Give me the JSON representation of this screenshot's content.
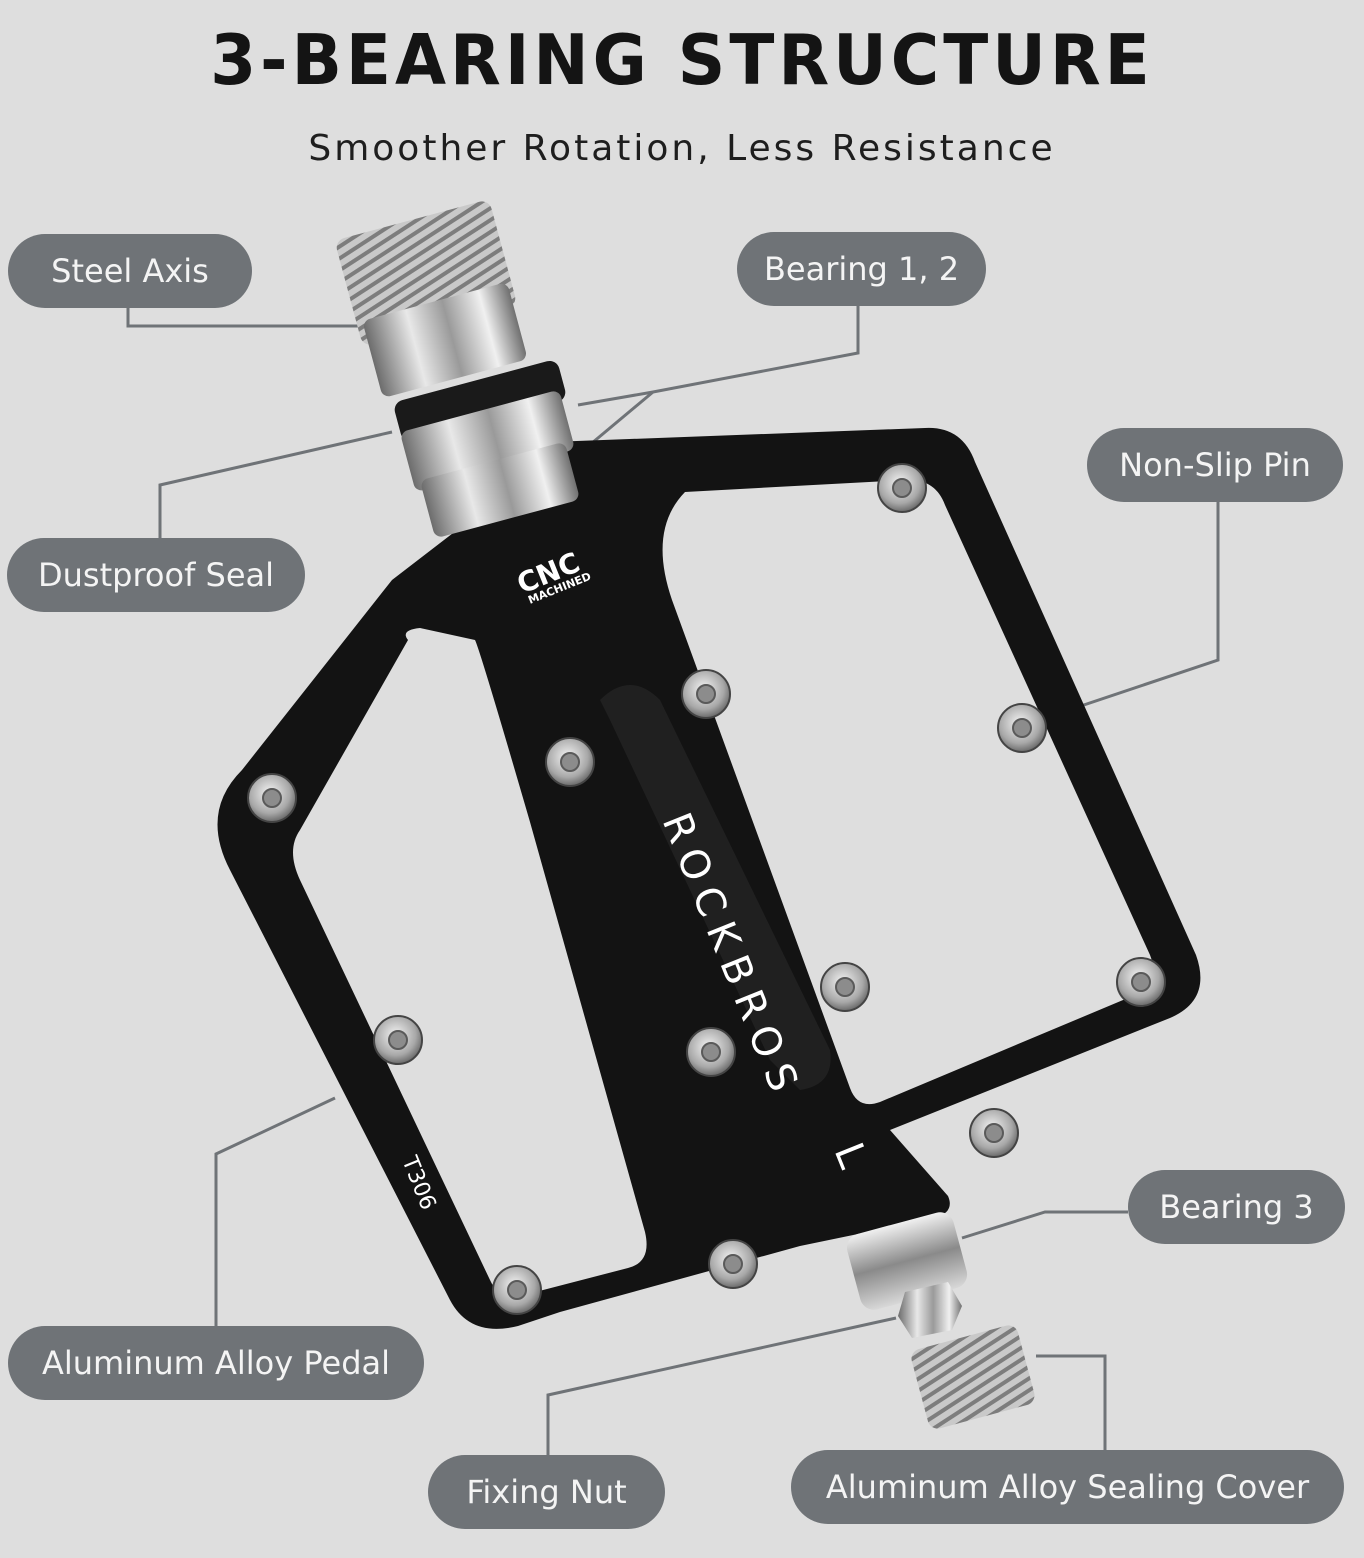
{
  "title": "3-BEARING STRUCTURE",
  "subtitle": "Smoother Rotation, Less Resistance",
  "labels": {
    "steel_axis": "Steel Axis",
    "bearing_1_2": "Bearing 1, 2",
    "non_slip_pin": "Non-Slip Pin",
    "dustproof_seal": "Dustproof Seal",
    "bearing_3": "Bearing 3",
    "aluminum_alloy_pedal": "Aluminum Alloy Pedal",
    "fixing_nut": "Fixing Nut",
    "aluminum_alloy_sealing_cover": "Aluminum Alloy Sealing Cover"
  },
  "pedal_marks": {
    "cnc": "CNC",
    "machined": "MACHINED",
    "brand": "ROCKBROS",
    "side": "L",
    "model": "T306"
  },
  "colors": {
    "background": "#dedede",
    "pill": "#6f7377",
    "pedal": "#111111",
    "leader_line": "#6f7377"
  }
}
